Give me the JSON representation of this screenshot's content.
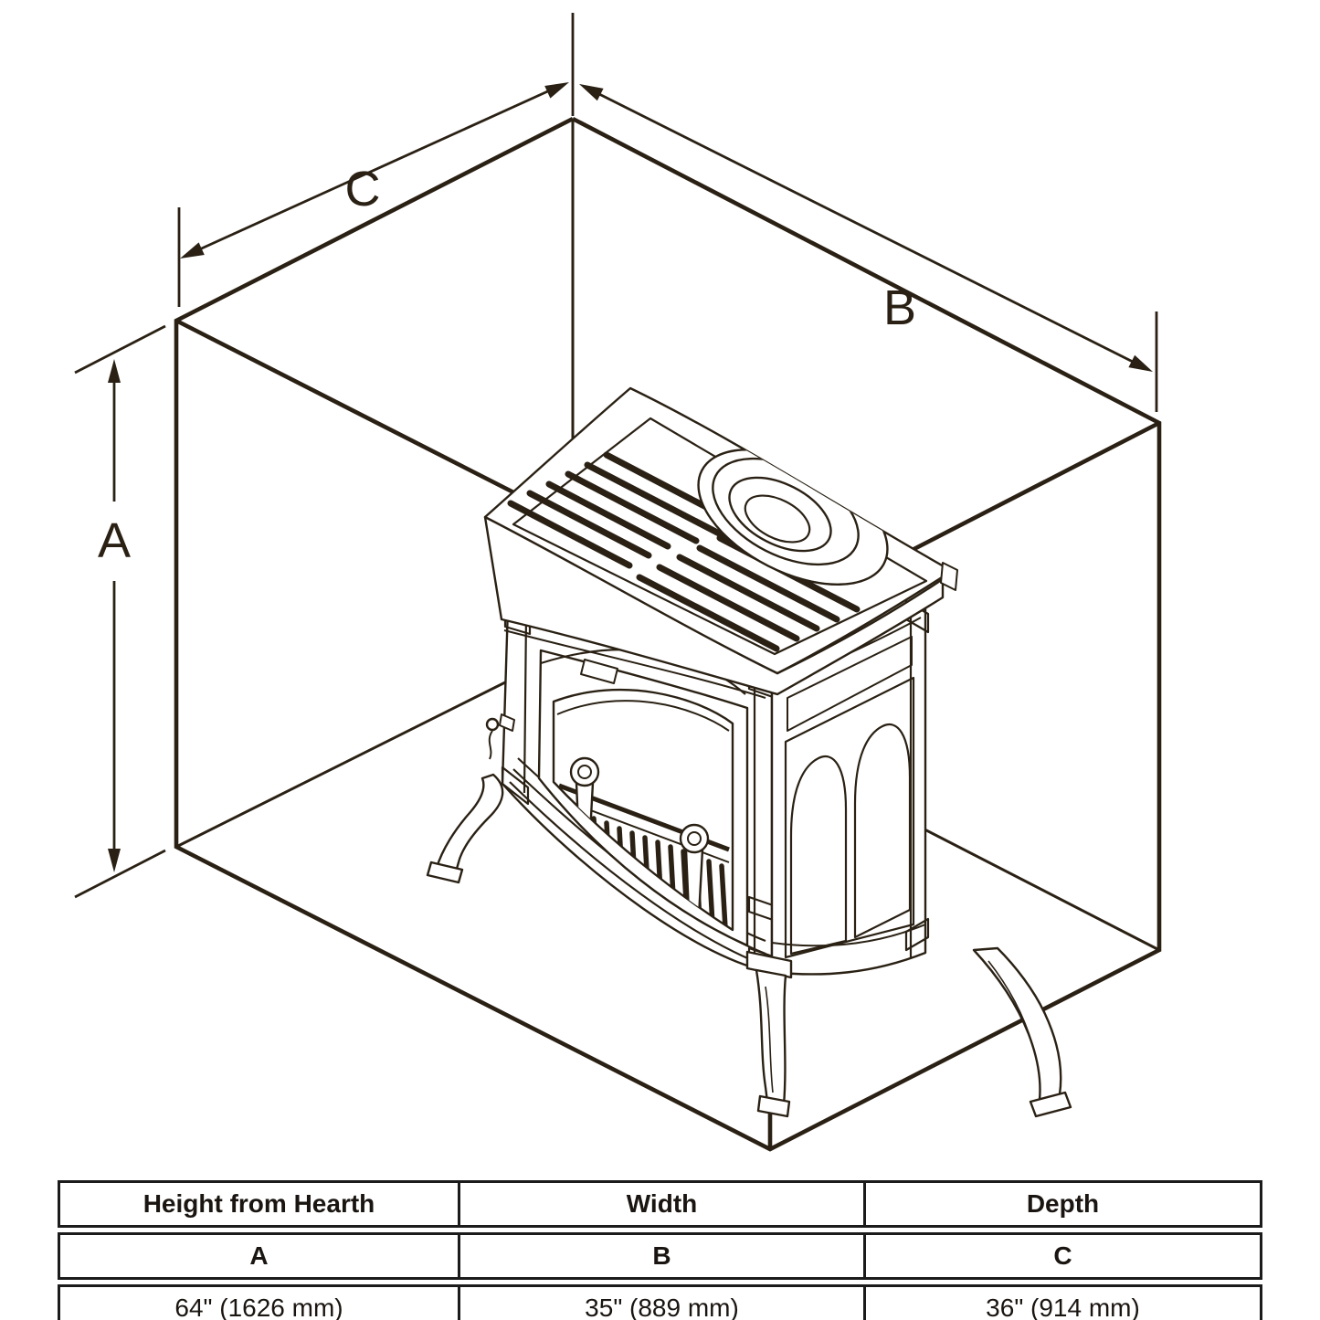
{
  "diagram": {
    "label_a": "A",
    "label_b": "B",
    "label_c": "C"
  },
  "table": {
    "headers": [
      "Height from Hearth",
      "Width",
      "Depth"
    ],
    "letters": [
      "A",
      "B",
      "C"
    ],
    "values": [
      "64\" (1626 mm)",
      "35\" (889 mm)",
      "36\" (914 mm)"
    ]
  },
  "colors": {
    "ink": "#2a2114",
    "table_line": "#1b1b1b",
    "background": "#ffffff"
  }
}
